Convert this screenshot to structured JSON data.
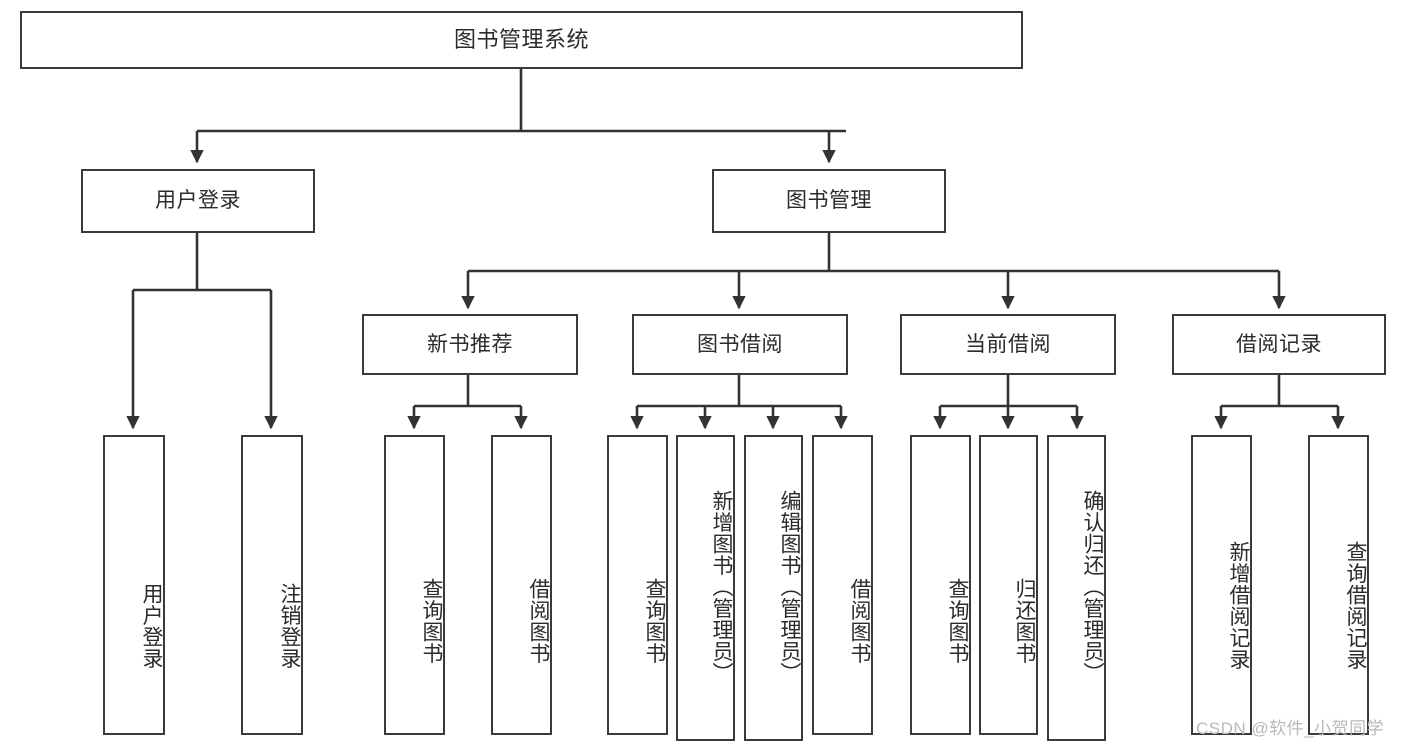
{
  "diagram": {
    "title": "图书管理系统",
    "type": "tree",
    "watermark": "CSDN @软件_小贺同学",
    "colors": {
      "node_border": "#3a3a3a",
      "node_fill": "#ffffff",
      "edge": "#333333",
      "text": "#2b2b2b",
      "watermark": "#b9b9b9",
      "background": "#ffffff"
    },
    "nodes": {
      "root": {
        "label": "图书管理系统"
      },
      "level2": [
        {
          "id": "login",
          "label": "用户登录"
        },
        {
          "id": "bookmgmt",
          "label": "图书管理"
        }
      ],
      "level3": [
        {
          "id": "newbook",
          "label": "新书推荐"
        },
        {
          "id": "borrow",
          "label": "图书借阅"
        },
        {
          "id": "current",
          "label": "当前借阅"
        },
        {
          "id": "records",
          "label": "借阅记录"
        }
      ],
      "leaves": {
        "login": [
          {
            "label": "用户登录"
          },
          {
            "label": "注销登录"
          }
        ],
        "newbook": [
          {
            "label": "查询图书"
          },
          {
            "label": "借阅图书"
          }
        ],
        "borrow": [
          {
            "label": "查询图书"
          },
          {
            "label": "新增图书（管理员）"
          },
          {
            "label": "编辑图书（管理员）"
          },
          {
            "label": "借阅图书"
          }
        ],
        "current": [
          {
            "label": "查询图书"
          },
          {
            "label": "归还图书"
          },
          {
            "label": "确认归还（管理员）"
          }
        ],
        "records": [
          {
            "label": "新增借阅记录"
          },
          {
            "label": "查询借阅记录"
          }
        ]
      }
    }
  }
}
